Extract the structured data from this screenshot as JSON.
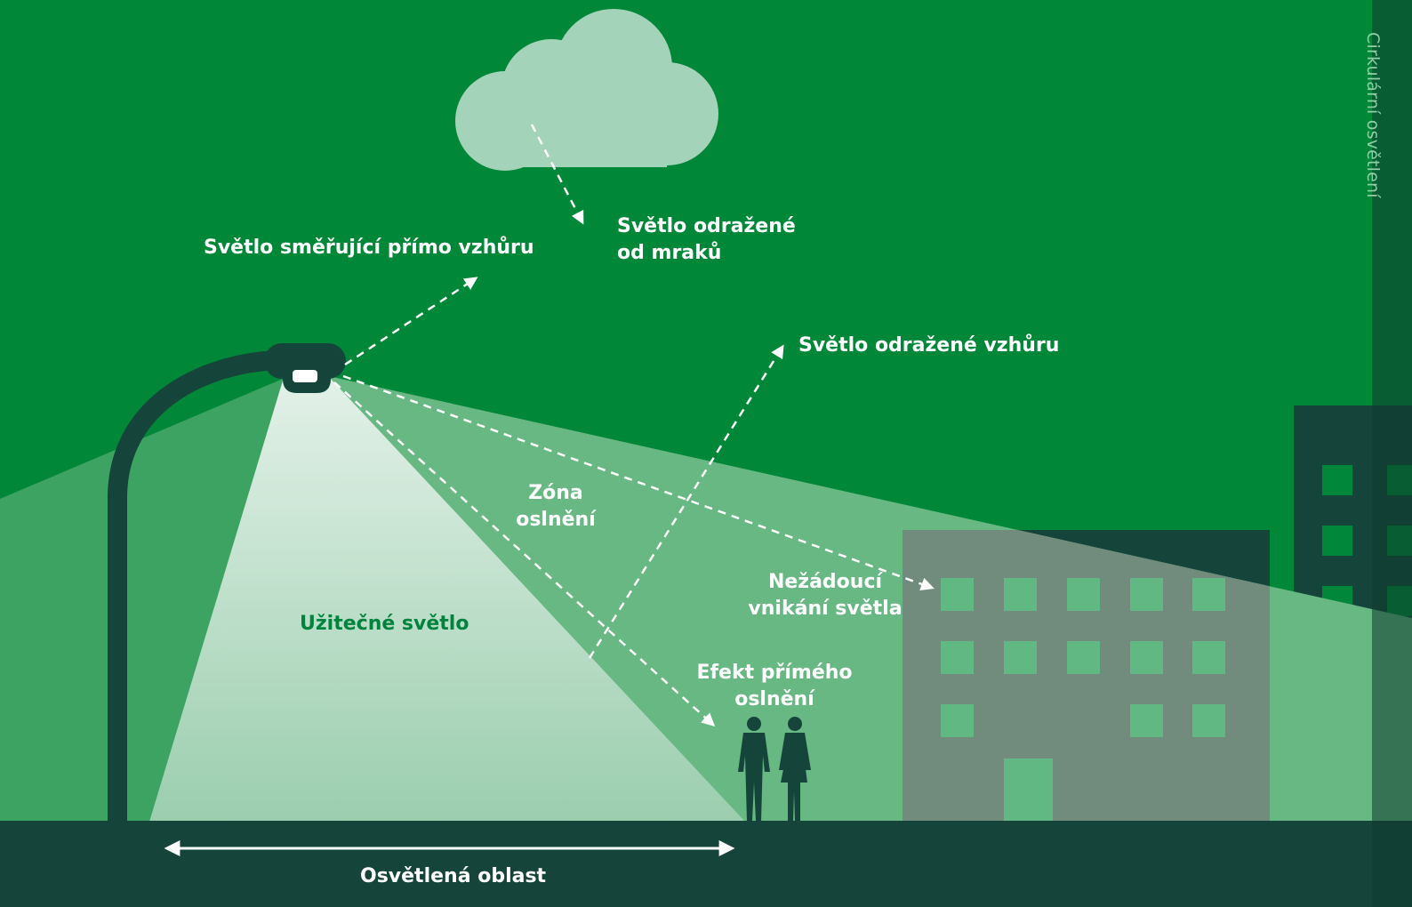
{
  "diagram": {
    "side_title": "Cirkulární osvětlení",
    "labels": {
      "upward_direct": "Světlo směřující přímo vzhůru",
      "cloud_reflected_1": "Světlo odražené",
      "cloud_reflected_2": "od mraků",
      "reflected_up": "Světlo odražené vzhůru",
      "glare_zone_1": "Zóna",
      "glare_zone_2": "oslnění",
      "useful_light": "Užitečné světlo",
      "light_trespass_1": "Nežádoucí",
      "light_trespass_2": "vnikání světla",
      "direct_glare_1": "Efekt přímého",
      "direct_glare_2": "oslnění",
      "lit_area": "Osvětlená oblast"
    },
    "colors": {
      "sky": "#008838",
      "dark": "#15453a",
      "cloud": "#a3d3b8",
      "wide_beam": "#66b581",
      "glare_beam": "#67b883",
      "useful_top": "#e3f1e8",
      "useful_bottom": "#9bceae",
      "building": "#718c7d",
      "window": "#62b882",
      "side_bar": "#0e3a2e"
    }
  }
}
